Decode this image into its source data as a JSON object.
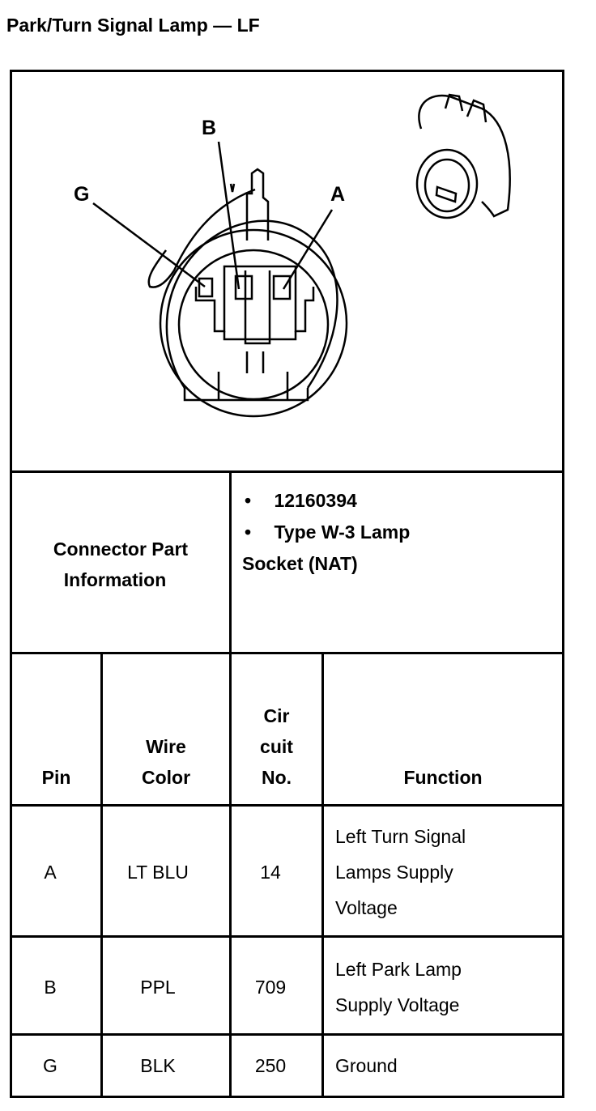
{
  "title": "Park/Turn Signal Lamp — LF",
  "diagram": {
    "pin_labels": [
      "B",
      "G",
      "A"
    ]
  },
  "connector_info": {
    "label_line1": "Connector Part",
    "label_line2": "Information",
    "items": [
      "12160394",
      "Type W-3 Lamp"
    ],
    "item_continuation": "Socket (NAT)"
  },
  "table": {
    "headers": {
      "pin": "Pin",
      "wire_line1": "Wire",
      "wire_line2": "Color",
      "circuit_line1": "Cir",
      "circuit_line2": "cuit",
      "circuit_line3": "No.",
      "function": "Function"
    },
    "rows": [
      {
        "pin": "A",
        "wire": "LT BLU",
        "circuit": "14",
        "function": [
          "Left Turn Signal",
          "Lamps Supply",
          "Voltage"
        ]
      },
      {
        "pin": "B",
        "wire": "PPL",
        "circuit": "709",
        "function": [
          "Left Park Lamp",
          "Supply Voltage"
        ]
      },
      {
        "pin": "G",
        "wire": "BLK",
        "circuit": "250",
        "function": [
          "Ground"
        ]
      }
    ]
  }
}
